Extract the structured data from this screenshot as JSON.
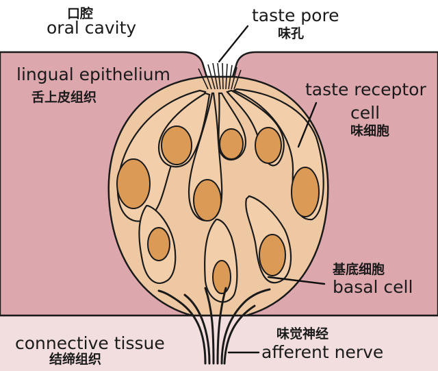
{
  "labels": {
    "oral_cavity": {
      "en": "oral cavity",
      "zh": "口腔"
    },
    "taste_pore": {
      "en": "taste pore",
      "zh": "味孔"
    },
    "lingual_epithelium": {
      "en": "lingual epithelium",
      "zh": "舌上皮组织"
    },
    "taste_receptor_cell": {
      "en_line1": "taste receptor",
      "en_line2": "cell",
      "zh": "味细胞"
    },
    "basal_cell": {
      "en": "basal cell",
      "zh": "基底细胞"
    },
    "afferent_nerve": {
      "en": "afferent nerve",
      "zh": "味觉神经"
    },
    "connective_tissue": {
      "en": "connective tissue",
      "zh": "结缔组织"
    }
  },
  "colors": {
    "epithelium": "#dca7ad",
    "connective_tissue": "#f2dede",
    "taste_bud_body": "#eec7a3",
    "cell_body": "#f2cfaa",
    "nucleus": "#dc9a57",
    "outline": "#1a1a1a"
  }
}
